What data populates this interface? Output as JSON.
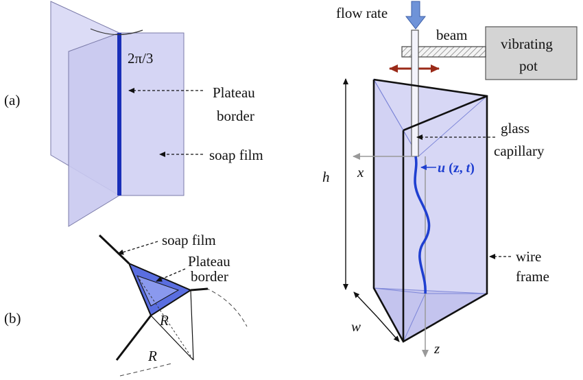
{
  "panel_a": {
    "tag": "(a)",
    "angle_label": "2π/3",
    "plateau_line1": "Plateau",
    "plateau_line2": "border",
    "soap_film": "soap film"
  },
  "panel_b": {
    "tag": "(b)",
    "soap_film": "soap film",
    "plateau_line1": "Plateau",
    "plateau_line2": "border",
    "radius_label_1": "R",
    "radius_label_2": "R"
  },
  "apparatus": {
    "flow_rate": "flow rate",
    "beam": "beam",
    "pot_line1": "vibrating",
    "pot_line2": "pot",
    "capillary_line1": "glass",
    "capillary_line2": "capillary",
    "h_label": "h",
    "x_label": "x",
    "u_label": "u",
    "u_args": " (z, ",
    "u_t": "t",
    "u_close": ")",
    "wire_line1": "wire",
    "wire_line2": "frame",
    "w_label": "w",
    "z_label": "z"
  },
  "colors": {
    "film_fill": "#dcdcf6",
    "border_blue": "#1a2fb8",
    "motion_arrow": "#9a2a18",
    "pot_fill": "#d4d4d4",
    "axis_gray": "#999999"
  }
}
